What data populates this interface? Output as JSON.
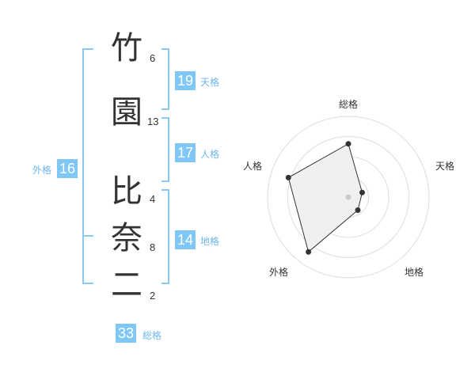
{
  "name": {
    "chars": [
      {
        "char": "竹",
        "strokes": "6"
      },
      {
        "char": "園",
        "strokes": "13"
      },
      {
        "char": "比",
        "strokes": "4"
      },
      {
        "char": "奈",
        "strokes": "8"
      },
      {
        "char": "二",
        "strokes": "2"
      }
    ]
  },
  "fortunes": {
    "tenkaku": {
      "label": "天格",
      "value": "19"
    },
    "jinkaku": {
      "label": "人格",
      "value": "17"
    },
    "chikaku": {
      "label": "地格",
      "value": "14"
    },
    "gaikaku": {
      "label": "外格",
      "value": "16"
    },
    "soukaku": {
      "label": "総格",
      "value": "33"
    }
  },
  "radar": {
    "axes": [
      "総格",
      "天格",
      "地格",
      "外格",
      "人格"
    ],
    "values": [
      0.66,
      0.18,
      0.2,
      0.84,
      0.78
    ],
    "rings": 4,
    "colors": {
      "ring": "#dddddd",
      "fill": "#eeeeee",
      "line": "#333333",
      "dot": "#333333",
      "center": "#cccccc"
    }
  }
}
